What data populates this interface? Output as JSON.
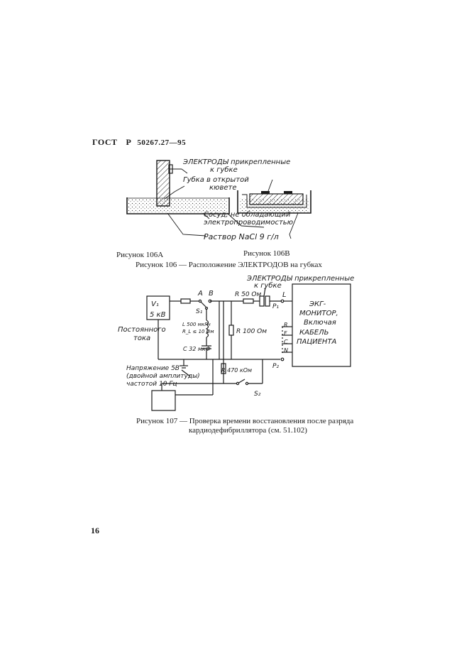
{
  "header": {
    "standard": "ГОСТ",
    "letter": "Р",
    "number": "50267.27—95"
  },
  "fig106": {
    "label_electrodes_1": "ЭЛЕКТРОДЫ прикрепленные",
    "label_electrodes_2": "к губке",
    "label_sponge_1": "Губка в открытой",
    "label_sponge_2": "кювете",
    "label_vessel_1": "Сосуд, не обладающий",
    "label_vessel_2": "электропроводимостью",
    "label_solution": "Раствор NaCl 9 г/л",
    "caption_a": "Рисунок 106А",
    "caption_b": "Рисунок 106В",
    "caption_main": "Рисунок 106 — Расположение ЭЛЕКТРОДОВ на губках"
  },
  "fig107": {
    "label_electrodes_1": "ЭЛЕКТРОДЫ прикрепленные",
    "label_electrodes_2": "к губке",
    "src_v1": "V₁",
    "src_5kv": "5 кВ",
    "label_dc_1": "Постоянного",
    "label_dc_2": "тока",
    "inductor": "L 500 мкГн",
    "inductor_r": "R_L ≤ 10 Ом",
    "capacitor": "C 32 мкФ",
    "node_a": "A",
    "node_b": "B",
    "switch_s1": "S₁",
    "switch_s2": "S₂",
    "resistor_r50": "R 50 Ом",
    "resistor_r100": "R 100 Ом",
    "resistor_r470": "R 470 кОм",
    "point_p1": "P₁",
    "point_p2": "P₂",
    "lead_l": "L",
    "lead_r": "R",
    "lead_f": "F",
    "lead_c": "C",
    "lead_n": "N",
    "ecg_1": "ЭКГ-",
    "ecg_2": "МОНИТОР,",
    "ecg_3": "Включая",
    "ecg_4": "КАБЕЛЬ",
    "ecg_5": "ПАЦИЕНТА",
    "label_voltage_1": "Напряжение 5В",
    "label_voltage_2": "(двойной амплитуды)",
    "label_voltage_3": "частотой 10 Гц",
    "caption_1": "Рисунок 107 — Проверка времени восстановления после разряда",
    "caption_2": "кардиодефибриллятора (см. 51.102)"
  },
  "page_number": "16"
}
